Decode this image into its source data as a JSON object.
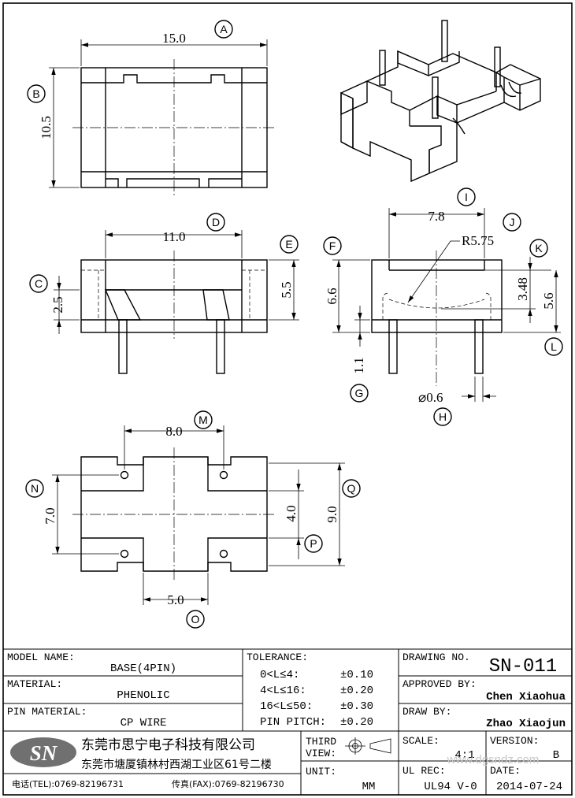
{
  "dimensions": {
    "top_width": "15.0",
    "top_height": "10.5",
    "front_inner_width": "11.0",
    "front_slot_depth": "2.5",
    "front_height": "5.5",
    "side_width": "7.8",
    "side_radius": "R5.75",
    "side_height": "6.6",
    "side_inner_height": "3.48",
    "side_total_height": "5.6",
    "pin_standoff": "1.1",
    "pin_diameter": "⌀0.6",
    "bottom_pin_spacing_x": "8.0",
    "bottom_pin_spacing_y": "7.0",
    "bottom_center_height": "4.0",
    "bottom_total_height": "9.0",
    "bottom_center_width": "5.0"
  },
  "callouts": [
    "A",
    "B",
    "C",
    "D",
    "E",
    "F",
    "G",
    "H",
    "I",
    "J",
    "K",
    "L",
    "M",
    "N",
    "O",
    "P",
    "Q"
  ],
  "title_block": {
    "model_name_label": "MODEL NAME:",
    "model_name_value": "BASE(4PIN)",
    "material_label": "MATERIAL:",
    "material_value": "PHENOLIC",
    "pin_material_label": "PIN MATERIAL:",
    "pin_material_value": "CP WIRE",
    "tolerance_label": "TOLERANCE:",
    "tol_rows": [
      {
        "range": "0<L≤4:",
        "value": "±0.10"
      },
      {
        "range": "4<L≤16:",
        "value": "±0.20"
      },
      {
        "range": "16<L≤50:",
        "value": "±0.30"
      },
      {
        "range": "PIN PITCH:",
        "value": "±0.20"
      }
    ],
    "drawing_no_label": "DRAWING NO.",
    "drawing_no_value": "SN-011",
    "approved_by_label": "APPROVED BY:",
    "approved_by_value": "Chen Xiaohua",
    "draw_by_label": "DRAW BY:",
    "draw_by_value": "Zhao Xiaojun",
    "logo_text": "SN",
    "company_name": "东莞市思宁电子科技有限公司",
    "company_address": "东莞市塘厦镇林村西湖工业区61号二楼",
    "tel": "电话(TEL):0769-82196731",
    "fax": "传真(FAX):0769-82196730",
    "third_view_label_1": "THIRD",
    "third_view_label_2": "VIEW:",
    "unit_label": "UNIT:",
    "unit_value": "MM",
    "scale_label": "SCALE:",
    "scale_value": "4:1",
    "version_label": "VERSION:",
    "version_value": "B",
    "ul_rec_label": "UL REC:",
    "ul_rec_value": "UL94 V-0",
    "date_label": "DATE:",
    "date_value": "2014-07-24"
  },
  "watermark": "www.dgsndz.com"
}
